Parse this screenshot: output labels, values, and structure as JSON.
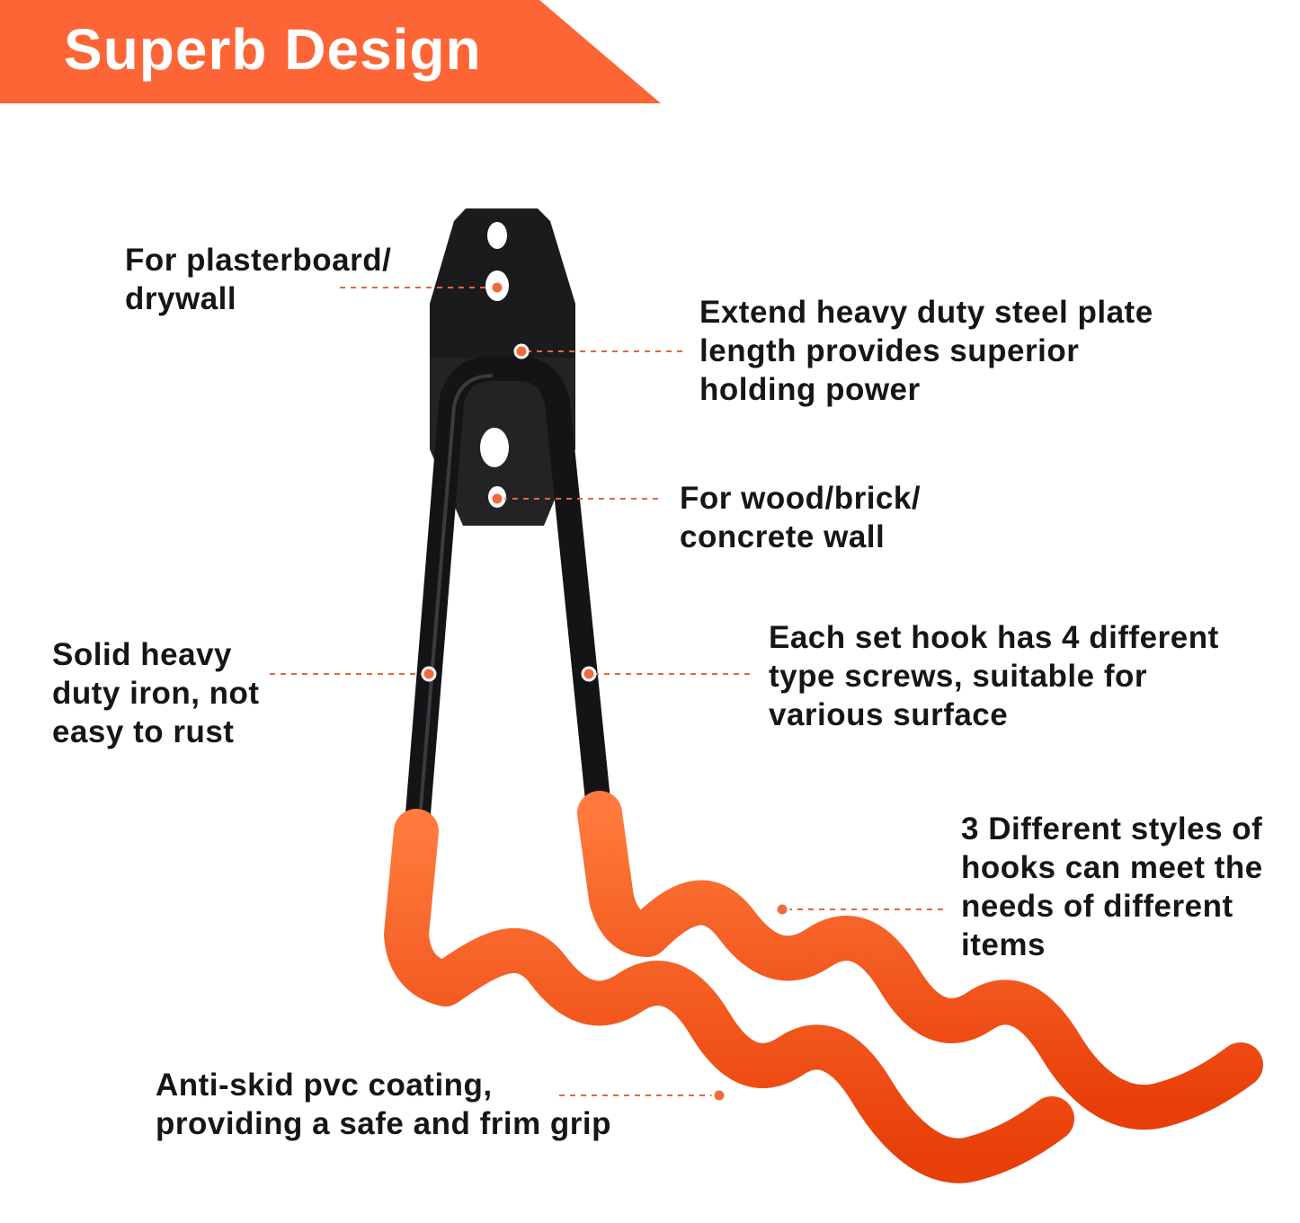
{
  "banner": {
    "title": "Superb Design"
  },
  "colors": {
    "accent": "#fd6536",
    "hook_metal": "#1b1b1d",
    "coating": "#fb4a10",
    "callout_dot": "#f06a3c"
  },
  "callouts": [
    {
      "text": "For plasterboard/\ndrywall"
    },
    {
      "text": "Extend heavy duty steel plate\nlength provides superior\nholding power"
    },
    {
      "text": "For wood/brick/\nconcrete wall"
    },
    {
      "text": "Solid heavy\nduty iron, not\neasy to rust"
    },
    {
      "text": "Each set hook has 4 different\ntype screws, suitable for\nvarious surface"
    },
    {
      "text": "3 Different styles of\nhooks can meet the\nneeds of different\nitems"
    },
    {
      "text": "Anti-skid pvc coating,\nproviding a safe and frim grip"
    }
  ]
}
